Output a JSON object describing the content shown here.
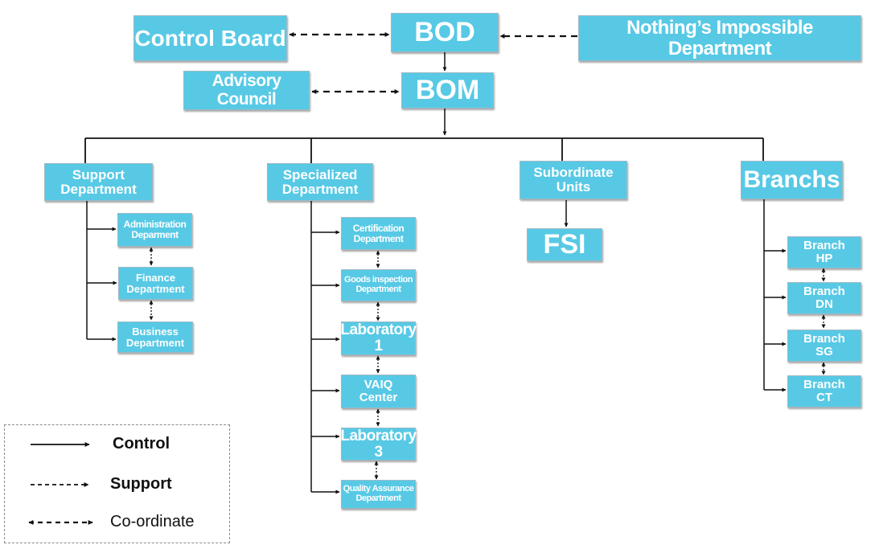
{
  "nodes": {
    "bod": {
      "label": "BOD"
    },
    "bom": {
      "label": "BOM"
    },
    "control_board": {
      "label": "Control Board"
    },
    "nothings_impossible": {
      "label": "Nothing’s Impossible Department"
    },
    "advisory_council": {
      "label": "Advisory Council"
    },
    "support_department": {
      "line1": "Support",
      "line2": "Department"
    },
    "specialized_department": {
      "line1": "Specialized",
      "line2": "Department"
    },
    "subordinate_units": {
      "line1": "Subordinate",
      "line2": "Units"
    },
    "branchs": {
      "label": "Branchs"
    },
    "fsi": {
      "label": "FSI"
    },
    "administration": {
      "line1": "Administration",
      "line2": "Deparment"
    },
    "finance": {
      "line1": "Finance",
      "line2": "Department"
    },
    "business": {
      "line1": "Business",
      "line2": "Department"
    },
    "certification": {
      "line1": "Certification",
      "line2": "Department"
    },
    "goods_inspection": {
      "line1": "Goods inspection",
      "line2": "Department"
    },
    "laboratory_1": {
      "label": "Laboratory 1"
    },
    "vaiq_center": {
      "line1": "VAIQ",
      "line2": "Center"
    },
    "laboratory_3": {
      "label": "Laboratory 3"
    },
    "quality_assurance": {
      "line1": "Quality Assurance",
      "line2": "Department"
    },
    "branch_hp": {
      "line1": "Branch",
      "line2": "HP"
    },
    "branch_dn": {
      "line1": "Branch",
      "line2": "DN"
    },
    "branch_sg": {
      "line1": "Branch",
      "line2": "SG"
    },
    "branch_ct": {
      "line1": "Branch",
      "line2": "CT"
    }
  },
  "legend": {
    "control": "Control",
    "support": "Support",
    "coordinate": "Co-ordinate"
  },
  "colors": {
    "box_fill": "#57c9e5",
    "box_text": "#ffffff",
    "line": "#111111"
  }
}
